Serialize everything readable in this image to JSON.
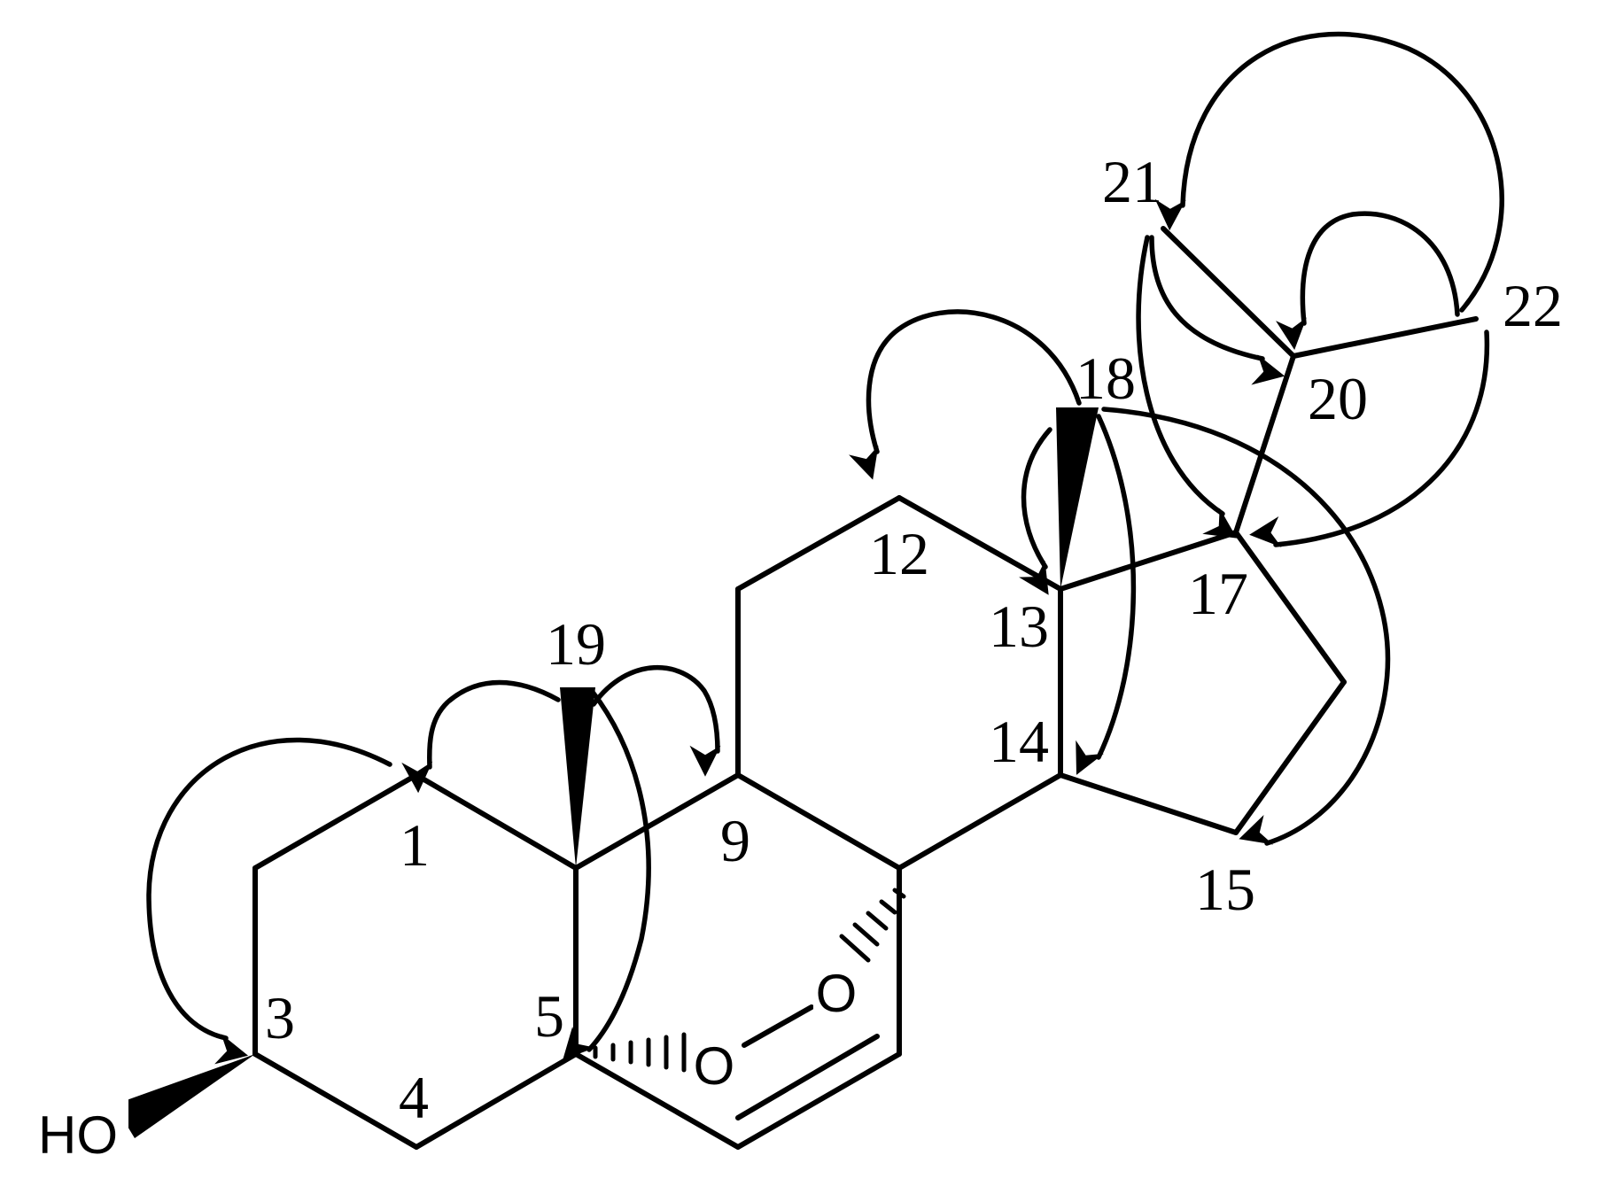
{
  "diagram": {
    "type": "chemical-structure-with-hmbc-correlations",
    "colors": {
      "ink": "#000000",
      "background": "#ffffff"
    },
    "atom_labels": {
      "c1": "1",
      "c3": "3",
      "c4": "4",
      "c5": "5",
      "c9": "9",
      "c12": "12",
      "c13": "13",
      "c14": "14",
      "c15": "15",
      "c17": "17",
      "c18": "18",
      "c19": "19",
      "c20": "20",
      "c21": "21",
      "c22": "22",
      "oxygen_top": "O",
      "oxygen_bottom": "O",
      "hydroxyl": "HO"
    }
  }
}
